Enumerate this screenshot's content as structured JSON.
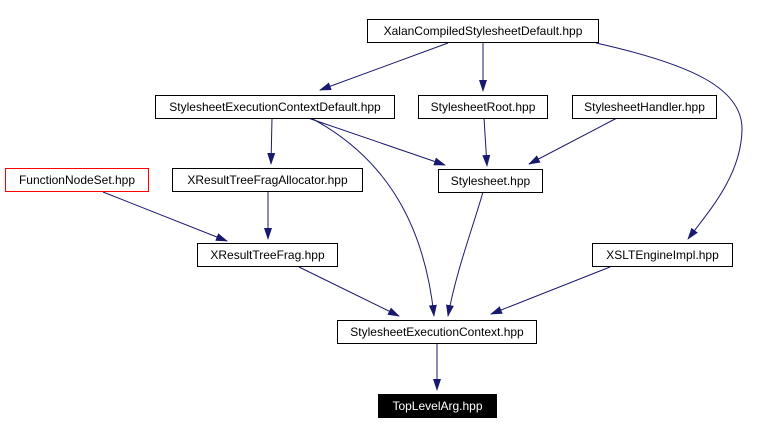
{
  "diagram": {
    "kind": "include-dependency-graph",
    "colors": {
      "edge": "#191970",
      "node_border": "#000000",
      "highlight_border": "#ff0000",
      "filled_node_bg": "#000000",
      "filled_node_text": "#ffffff",
      "background": "#ffffff"
    },
    "nodes": {
      "xalan": {
        "label": "XalanCompiledStylesheetDefault.hpp",
        "style": "normal"
      },
      "secd": {
        "label": "StylesheetExecutionContextDefault.hpp",
        "style": "normal"
      },
      "sroot": {
        "label": "StylesheetRoot.hpp",
        "style": "normal"
      },
      "shandler": {
        "label": "StylesheetHandler.hpp",
        "style": "normal"
      },
      "fns": {
        "label": "FunctionNodeSet.hpp",
        "style": "red-border"
      },
      "xrtfa": {
        "label": "XResultTreeFragAllocator.hpp",
        "style": "normal"
      },
      "ss": {
        "label": "Stylesheet.hpp",
        "style": "normal"
      },
      "xrtf": {
        "label": "XResultTreeFrag.hpp",
        "style": "normal"
      },
      "xslt": {
        "label": "XSLTEngineImpl.hpp",
        "style": "normal"
      },
      "sec": {
        "label": "StylesheetExecutionContext.hpp",
        "style": "normal"
      },
      "tla": {
        "label": "TopLevelArg.hpp",
        "style": "black-filled"
      }
    },
    "edges": [
      {
        "from": "XalanCompiledStylesheetDefault.hpp",
        "to": "StylesheetExecutionContextDefault.hpp"
      },
      {
        "from": "XalanCompiledStylesheetDefault.hpp",
        "to": "StylesheetRoot.hpp"
      },
      {
        "from": "XalanCompiledStylesheetDefault.hpp",
        "to": "XSLTEngineImpl.hpp"
      },
      {
        "from": "StylesheetExecutionContextDefault.hpp",
        "to": "XResultTreeFragAllocator.hpp"
      },
      {
        "from": "StylesheetExecutionContextDefault.hpp",
        "to": "Stylesheet.hpp"
      },
      {
        "from": "StylesheetExecutionContextDefault.hpp",
        "to": "StylesheetExecutionContext.hpp"
      },
      {
        "from": "StylesheetRoot.hpp",
        "to": "Stylesheet.hpp"
      },
      {
        "from": "StylesheetHandler.hpp",
        "to": "Stylesheet.hpp"
      },
      {
        "from": "FunctionNodeSet.hpp",
        "to": "XResultTreeFrag.hpp"
      },
      {
        "from": "XResultTreeFragAllocator.hpp",
        "to": "XResultTreeFrag.hpp"
      },
      {
        "from": "Stylesheet.hpp",
        "to": "StylesheetExecutionContext.hpp"
      },
      {
        "from": "XResultTreeFrag.hpp",
        "to": "StylesheetExecutionContext.hpp"
      },
      {
        "from": "XSLTEngineImpl.hpp",
        "to": "StylesheetExecutionContext.hpp"
      },
      {
        "from": "StylesheetExecutionContext.hpp",
        "to": "TopLevelArg.hpp"
      }
    ]
  }
}
